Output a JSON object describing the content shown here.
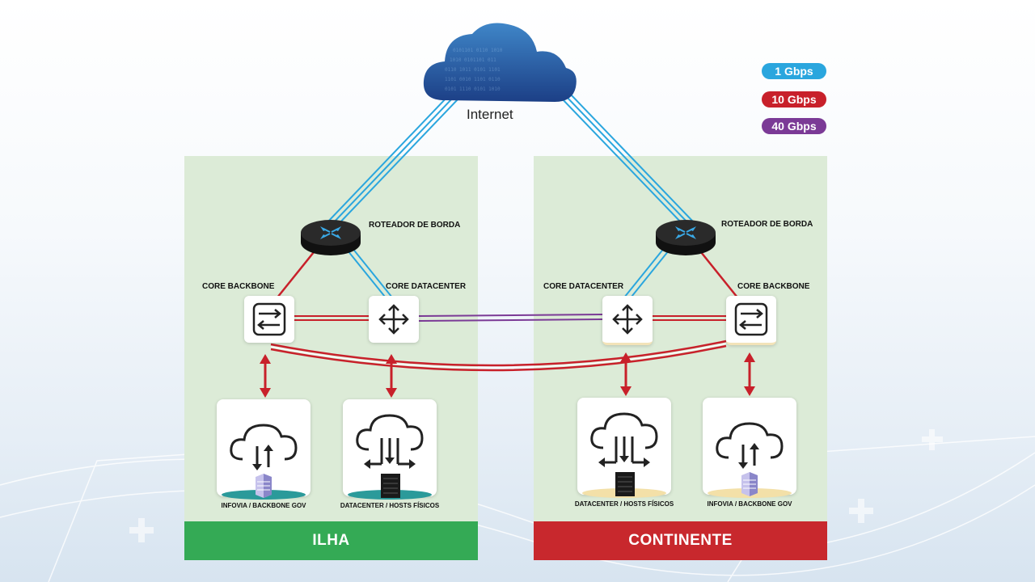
{
  "internet_label": "Internet",
  "legend": [
    {
      "label": "1 Gbps",
      "color": "#2aa6de"
    },
    {
      "label": "10 Gbps",
      "color": "#c8202a"
    },
    {
      "label": "40 Gbps",
      "color": "#7b3a96"
    }
  ],
  "ilha": {
    "footer": "ILHA",
    "footer_color": "#34aa55",
    "router_label": "ROTEADOR DE BORDA",
    "core_backbone_label": "CORE BACKBONE",
    "core_datacenter_label": "CORE DATACENTER",
    "card_infovia": "INFOVIA / BACKBONE GOV",
    "card_datacenter": "DATACENTER / HOSTS FÍSICOS"
  },
  "continente": {
    "footer": "CONTINENTE",
    "footer_color": "#c8282d",
    "router_label": "ROTEADOR DE BORDA",
    "core_datacenter_label": "CORE DATACENTER",
    "core_backbone_label": "CORE BACKBONE",
    "card_datacenter": "DATACENTER / HOSTS FÍSICOS",
    "card_infovia": "INFOVIA / BACKBONE GOV"
  }
}
